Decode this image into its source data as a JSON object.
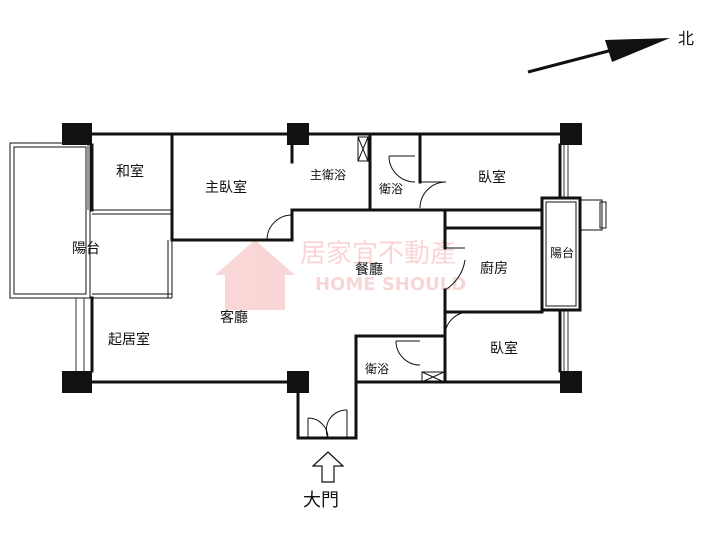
{
  "compass": {
    "label": "北"
  },
  "entrance": {
    "label": "大門"
  },
  "watermark": {
    "text_cn": "居家宜不動產",
    "text_en": "HOME SHOULD",
    "color": "#e84a4a"
  },
  "rooms": {
    "japanese_room": "和室",
    "master_bedroom": "主臥室",
    "master_bath": "主衛浴",
    "bath_1": "衛浴",
    "bedroom_1": "臥室",
    "balcony_west": "陽台",
    "dining": "餐廳",
    "kitchen": "廚房",
    "balcony_east": "陽台",
    "living": "客廳",
    "family_room": "起居室",
    "bath_2": "衛浴",
    "bedroom_2": "臥室"
  }
}
